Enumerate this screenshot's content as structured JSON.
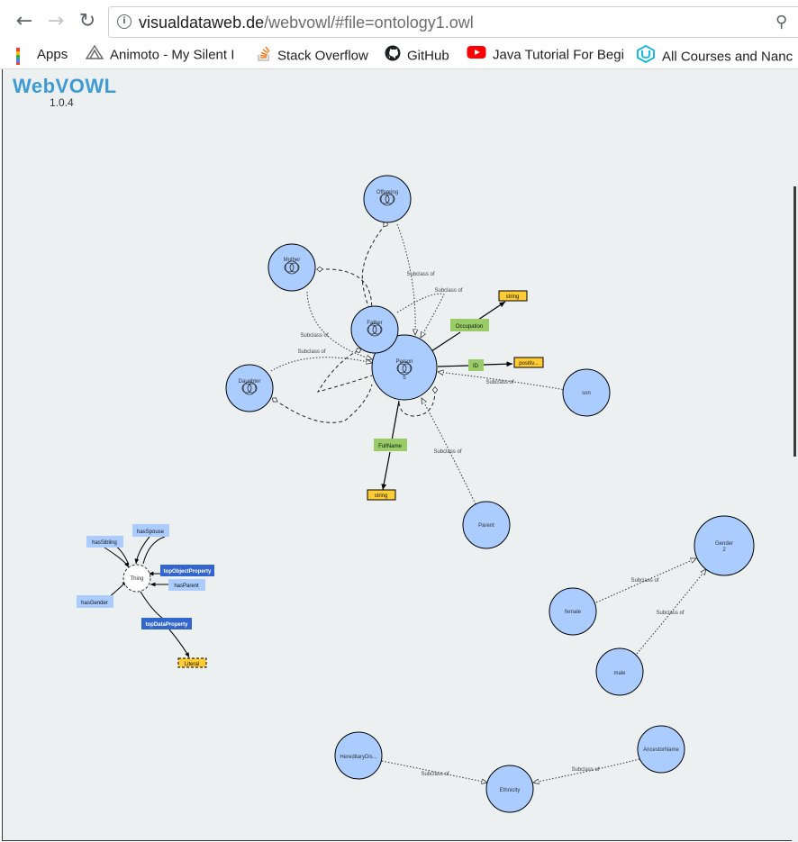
{
  "browser": {
    "url_host": "visualdataweb.de",
    "url_path": "/webvowl/#file=ontology1.owl",
    "bookmarks": [
      {
        "label": "Apps",
        "icon": "apps-grid-icon"
      },
      {
        "label": "Animoto - My Silent I",
        "icon": "animoto-icon"
      },
      {
        "label": "Stack Overflow",
        "icon": "stack-overflow-icon"
      },
      {
        "label": "GitHub",
        "icon": "github-icon"
      },
      {
        "label": "Java Tutorial For Begi",
        "icon": "youtube-icon"
      },
      {
        "label": "All Courses and Nanc",
        "icon": "udacity-icon"
      }
    ]
  },
  "app": {
    "name": "WebVOWL",
    "version": "1.0.4"
  },
  "graph": {
    "classes": {
      "offspring": "Offspring",
      "mother": "Mother",
      "father": "Father",
      "person": "Person",
      "person_count": "5",
      "daughter": "Daughter",
      "son": "son",
      "parent": "Parent",
      "gender": "Gender",
      "gender_count": "2",
      "female": "female",
      "male": "male",
      "hereditary": "HereditaryDis...",
      "ethnicity": "Ethnicity",
      "ancestor": "AncestorName",
      "thing": "Thing"
    },
    "edge_label": "Subclass of",
    "properties": {
      "occupation": "Occupation",
      "id": "ID",
      "fullname": "FullName",
      "has_sibling": "hasSibling",
      "has_spouse": "hasSpouse",
      "top_object_property": "topObjectProperty",
      "has_parent": "hasParent",
      "has_gender": "hasGender",
      "top_data_property": "topDataProperty"
    },
    "datatypes": {
      "string": "string",
      "positive": "positiv...",
      "literal": "Literal"
    }
  },
  "colors": {
    "class_fill": "#aaccff",
    "datatype_fill": "#ffcc33",
    "datatype_property_fill": "#99cc66",
    "object_property_fill": "#aaccff",
    "top_property_fill": "#3366cc",
    "logo": "#3f9ad4",
    "canvas": "#ecf0f1"
  }
}
